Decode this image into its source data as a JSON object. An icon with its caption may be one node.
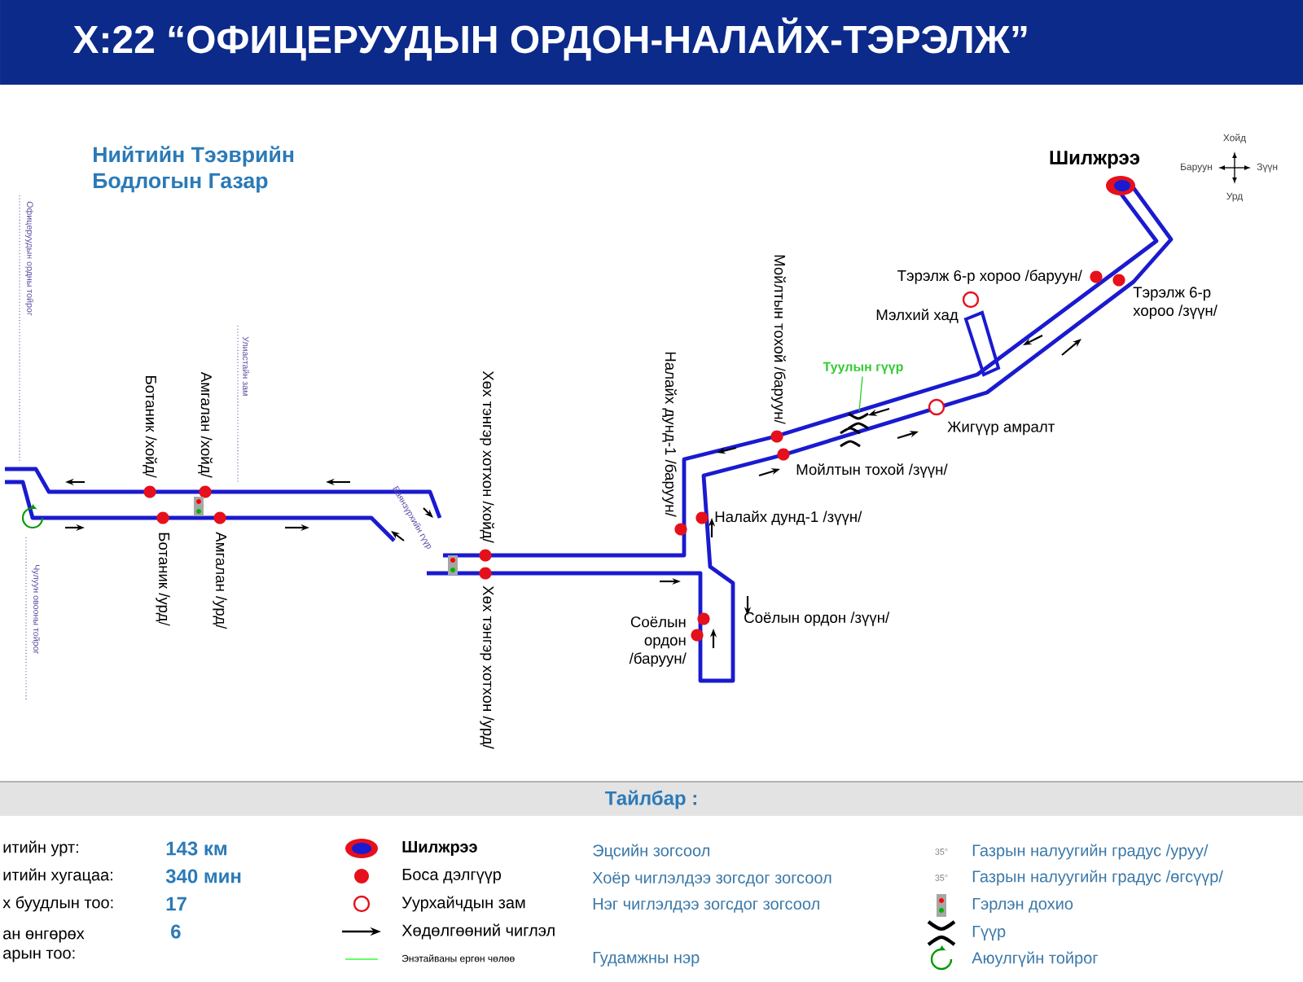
{
  "diagram": {
    "title": "Х:22 “ОФИЦЕРУУДЫН ОРДОН-НАЛАЙХ-ТЭРЭЛЖ”",
    "nodes": [
      {
        "text": [
          "Туулын гүүр"
        ]
      },
      {
        "text": [],
        "shape": "picture"
      }
    ],
    "edges": [
      {
        "from": 0,
        "to": 1,
        "arrow": "none"
      }
    ],
    "labels": [
      "Нийтийн Тээврийн Бодлогын Газар",
      "Шилжрээ",
      "Хойд",
      "Баруун",
      "Зүүн",
      "Урд",
      "Офицеруудын ордны тойрог",
      "Тэрэлж 6-р хороо /баруун/",
      "Тэрэлж 6-р хороо /зүүн/",
      "Мойлтын тохой /баруун/",
      "Мэлхий хад",
      "Хөх тэнгэр хотхон /хойд/",
      "Налайх дунд-1 /баруун/",
      "Улиастайн зам",
      "Ботаник /хойд/",
      "Амгалан /хойд/",
      "Жигүүр амралт",
      "Мойлтын тохой /зүүн/",
      "Баянзүрхийн гүүр",
      "Налайх дунд-1 /зүүн/",
      "Хөх тэнгэр хотхон /урд/",
      "Чулуун овооны тойрог",
      "Ботаник /урд/",
      "Амгалан /урд/",
      "Соёлын ордон /зүүн/",
      "Соёлын ордон /баруун/",
      "Тайлбар :",
      "итийн урт:",
      "143 км",
      "итийн хугацаа:",
      "340 мин",
      "х буудлын тоо:",
      "17",
      "ан өнгөрөх арын тоо:",
      "6",
      "Эцсийн зогсоол",
      "Хоёр чиглэлдээ зогсдог зогсоол",
      "Нэг чиглэлдээ зогсдог зогсоол",
      "Гудамжны нэр",
      "35°",
      "35°"
    ],
    "legend": [
      {
        "text": "Шилжрээ"
      },
      {
        "text": "Боса дэлгүүр",
        "color": "#e5101c"
      },
      {
        "text": "Уурхайчдын зам"
      },
      {
        "text": "Хөдөлгөөний чиглэл"
      },
      {
        "text": "Энэтайваны ергөн чөлөө"
      },
      {
        "text": "Газрын налуугийн градус /уруу/"
      },
      {
        "text": "Газрын налуугийн градус /өгсүүр/"
      },
      {
        "text": "Гэрлэн дохио"
      },
      {
        "text": "Гүүр"
      },
      {
        "text": "Аюулгүйн тойрог"
      }
    ]
  }
}
